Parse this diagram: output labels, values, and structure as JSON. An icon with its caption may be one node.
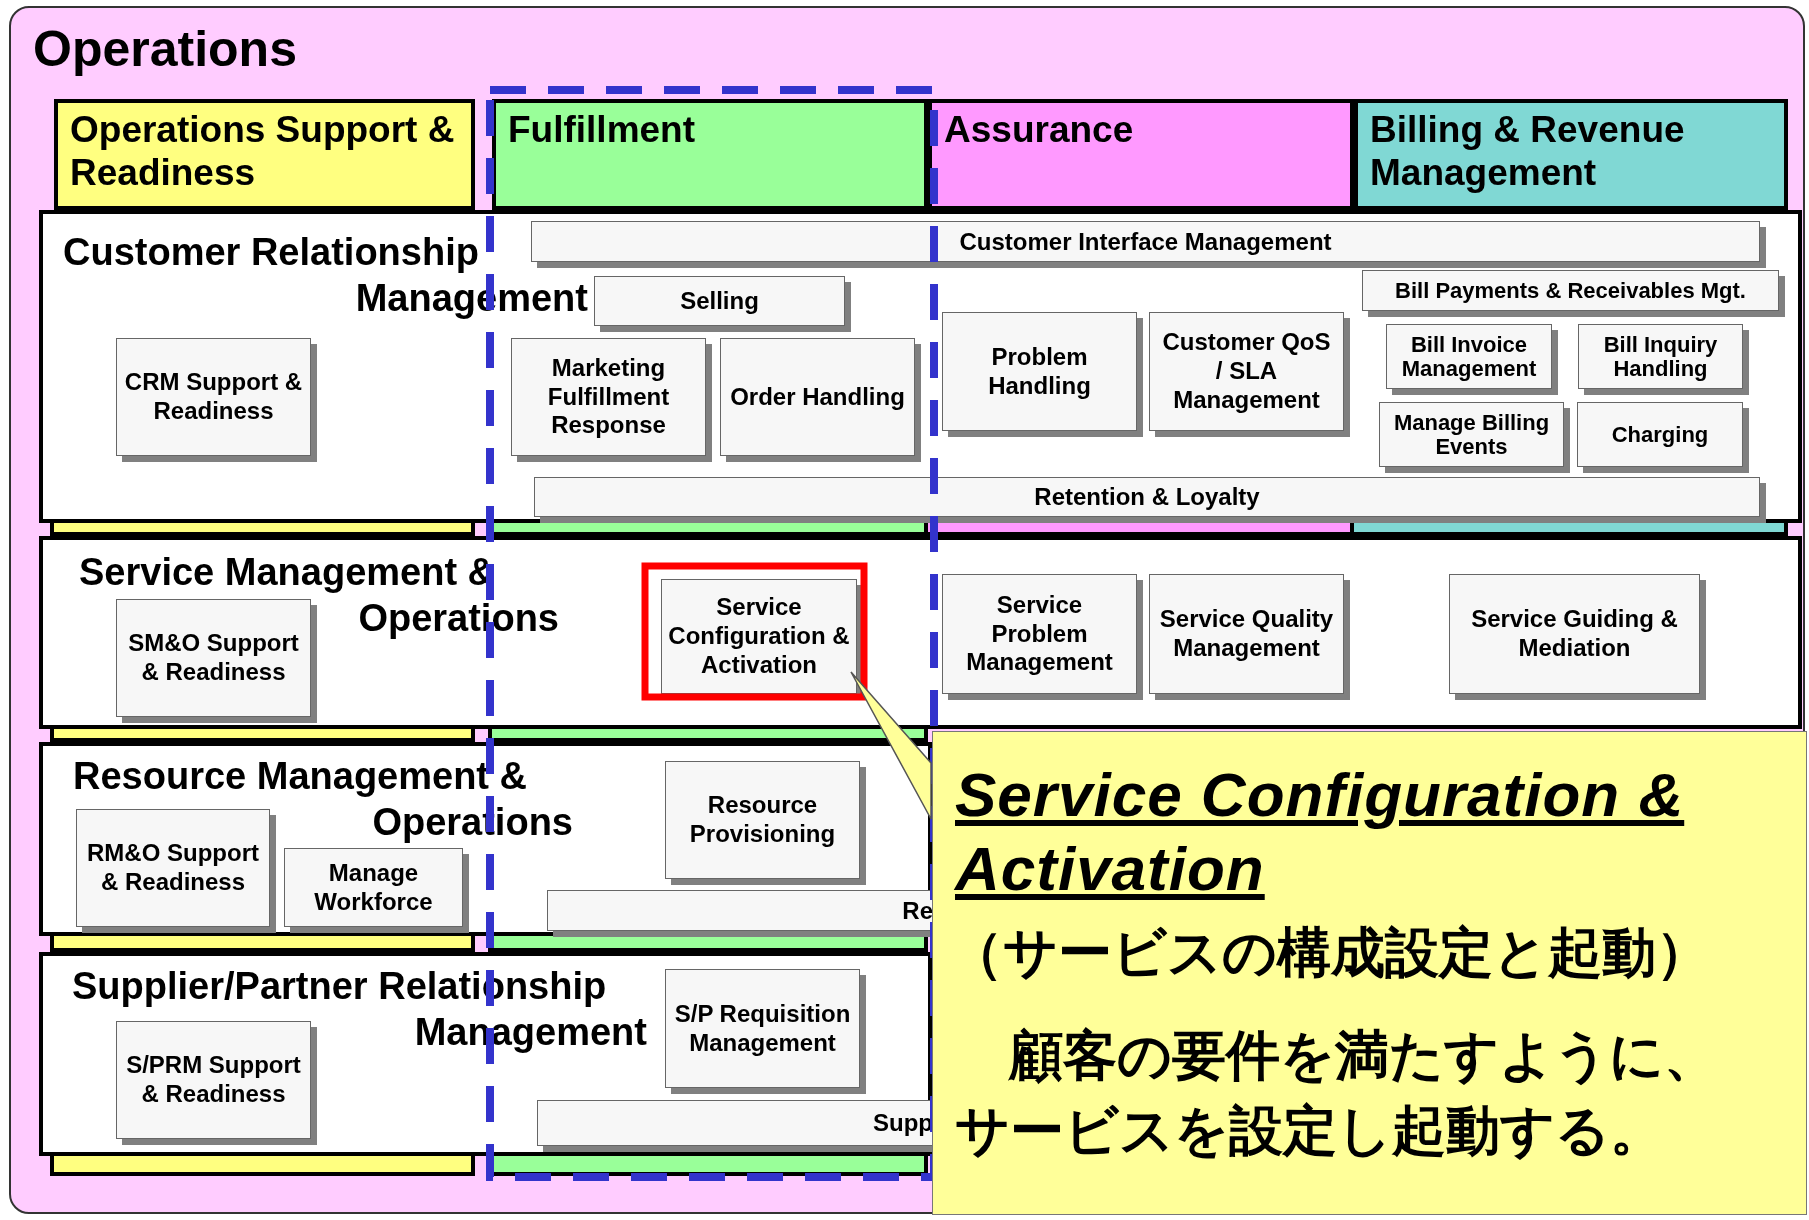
{
  "diagram": {
    "nodes": [
      {
        "text": [
          "Operations"
        ]
      },
      {
        "text": [
          "Operations Support & Readiness"
        ],
        "in": 0
      },
      {
        "text": [
          "Fulfillment"
        ],
        "in": 0
      },
      {
        "text": [
          "Assurance"
        ],
        "in": 0
      },
      {
        "text": [
          "Billing & Revenue Management"
        ],
        "in": 0
      },
      {
        "text": [
          "Customer Relationship Management"
        ],
        "in": 0
      },
      {
        "text": [
          "Customer Interface Management"
        ],
        "in": 5
      },
      {
        "text": [
          "Selling"
        ],
        "in": 5
      },
      {
        "text": [
          "CRM Support & Readiness"
        ],
        "in": 5
      },
      {
        "text": [
          "Marketing Fulfillment Response"
        ],
        "in": 5
      },
      {
        "text": [
          "Order Handling"
        ],
        "in": 5
      },
      {
        "text": [
          "Problem Handling"
        ],
        "in": 5
      },
      {
        "text": [
          "Customer QoS / SLA Management"
        ],
        "in": 5
      },
      {
        "text": [
          "Bill Payments & Receivables Mgt."
        ],
        "in": 5
      },
      {
        "text": [
          "Bill Invoice Management"
        ],
        "in": 5
      },
      {
        "text": [
          "Bill Inquiry Handling"
        ],
        "in": 5
      },
      {
        "text": [
          "Manage Billing Events"
        ],
        "in": 5
      },
      {
        "text": [
          "Charging"
        ],
        "in": 5
      },
      {
        "text": [
          "Retention & Loyalty"
        ],
        "in": 5
      },
      {
        "text": [
          "Service Management & Operations"
        ],
        "in": 0
      },
      {
        "text": [
          "SM&O Support & Readiness"
        ],
        "in": 19
      },
      {
        "text": [
          "Service Configuration & Activation"
        ],
        "in": 19
      },
      {
        "text": [
          "Service Problem Management"
        ],
        "in": 19
      },
      {
        "text": [
          "Service Quality Management"
        ],
        "in": 19
      },
      {
        "text": [
          "Service Guiding & Mediation"
        ],
        "in": 19
      },
      {
        "text": [
          "Resource Management & Operations"
        ],
        "in": 0
      },
      {
        "text": [
          "RM&O Support & Readiness"
        ],
        "in": 25
      },
      {
        "text": [
          "Manage Workforce"
        ],
        "in": 25
      },
      {
        "text": [
          "Resource Provisioning"
        ],
        "in": 25
      },
      {
        "text": [
          "Re"
        ],
        "in": 25
      },
      {
        "text": [
          "Supplier/Partner Relationship Management"
        ],
        "in": 0
      },
      {
        "text": [
          "S/PRM Support & Readiness"
        ],
        "in": 30
      },
      {
        "text": [
          "S/P Requisition Management"
        ],
        "in": 30
      },
      {
        "text": [
          "Supp"
        ],
        "in": 30
      },
      {
        "text": [
          "Service Configuration & Activation",
          "（サービスの構成設定と起動）",
          "顧客の要件を満たすように、サービスを設定し起動する。"
        ],
        "in": 0
      }
    ],
    "edges": [
      {
        "from": 34,
        "to": 21,
        "arrow": "none"
      }
    ]
  }
}
